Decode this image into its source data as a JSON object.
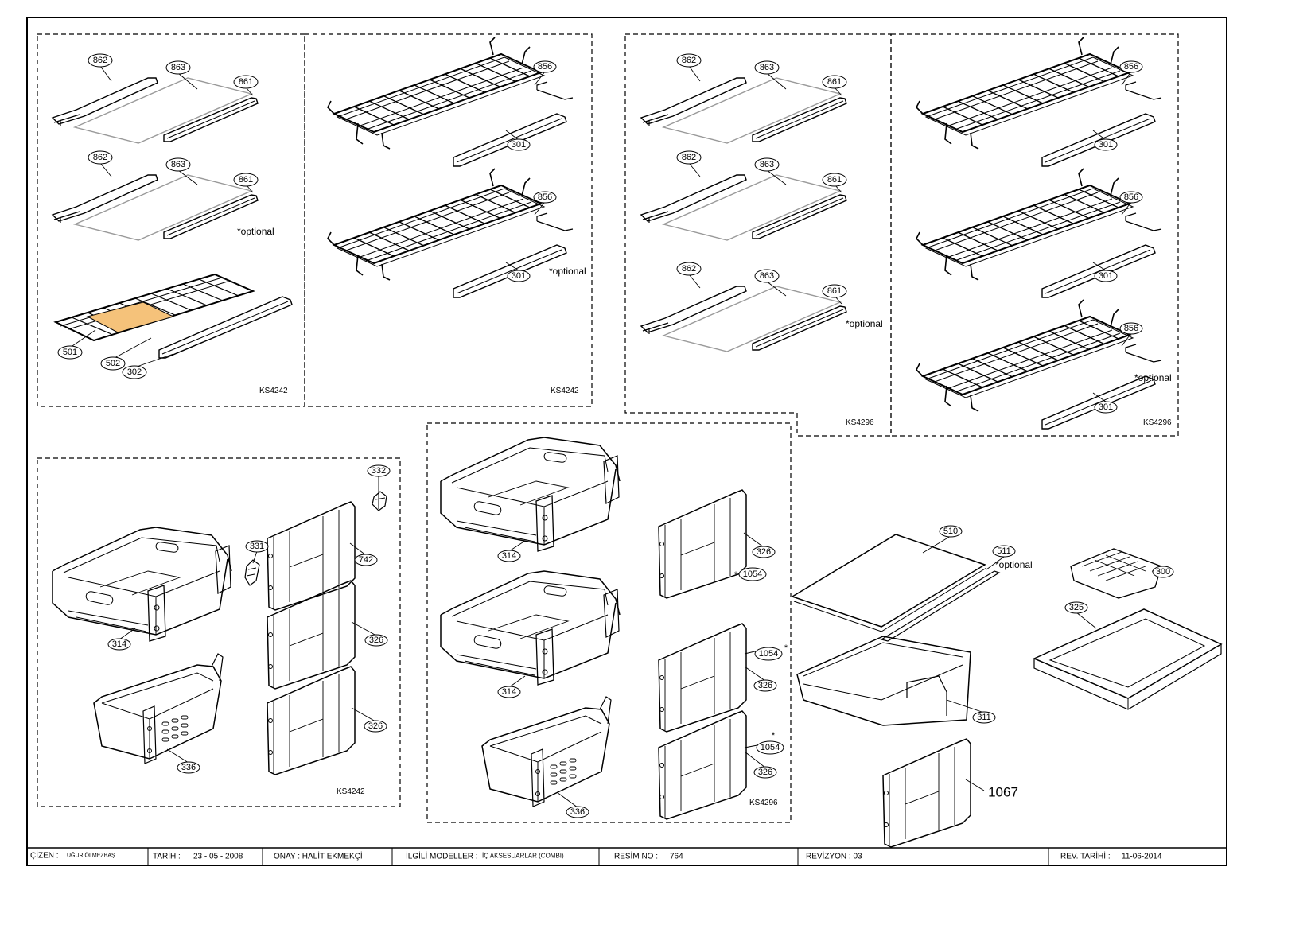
{
  "sections": {
    "s1": {
      "code": "KS4242",
      "optional": "*optional"
    },
    "s2": {
      "code": "KS4242",
      "optional": "*optional"
    },
    "s3": {
      "code": "KS4296",
      "optional": "*optional"
    },
    "s4": {
      "code": "KS4296",
      "optional": "*optional"
    },
    "s5": {
      "code": "KS4242"
    },
    "s6": {
      "code": "KS4296"
    },
    "s7": {
      "optional": "*optional"
    }
  },
  "parts": {
    "p862": "862",
    "p863": "863",
    "p861": "861",
    "p501": "501",
    "p502": "502",
    "p302": "302",
    "p856": "856",
    "p301": "301",
    "p332": "332",
    "p331": "331",
    "p742": "742",
    "p314": "314",
    "p326": "326",
    "p336": "336",
    "p1054": "1054",
    "p1054s": "*",
    "p510": "510",
    "p511": "511",
    "p311": "311",
    "p300": "300",
    "p325": "325",
    "p1067": "1067"
  },
  "title_block": {
    "drawn_label": "ÇİZEN :",
    "drawn_value": "UĞUR ÖLMEZBAŞ",
    "date_label": "TARİH :",
    "date_value": "23 - 05 - 2008",
    "approval": "ONAY : HALİT EKMEKÇİ",
    "models_label": "İLGİLİ MODELLER :",
    "models_value": "İÇ AKSESUARLAR (COMBI)",
    "drawing_no_label": "RESİM NO :",
    "drawing_no_value": "764",
    "revision": "REVİZYON : 03",
    "rev_date_label": "REV. TARİHİ :",
    "rev_date_value": "11-06-2014"
  },
  "colors": {
    "highlight": "#F5C27A",
    "line": "#000000",
    "glass": "#9a9a9a"
  }
}
